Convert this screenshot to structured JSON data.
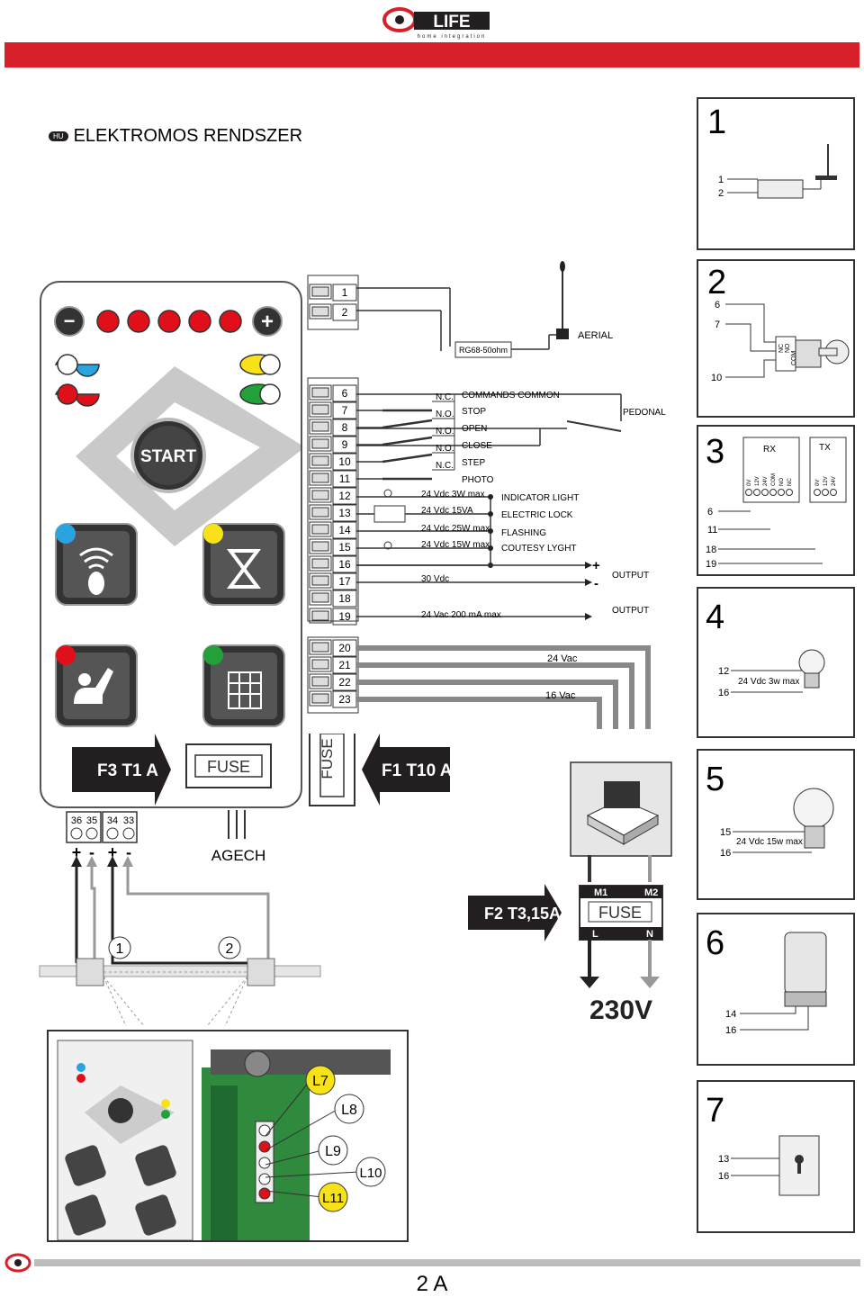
{
  "header": {
    "brand": "LIFE",
    "tagline": "home integration",
    "colors": {
      "red": "#d7202a",
      "dark": "#231f20",
      "grey": "#9a9a9a"
    }
  },
  "title": {
    "lang_badge": "HU",
    "text": "ELEKTROMOS RENDSZER"
  },
  "panel": {
    "start_label": "START",
    "minus": "−",
    "plus": "+",
    "fuse_left": "F3 T1 A",
    "fuse_box": "FUSE",
    "fuse_vertical": "FUSE",
    "fuse_right": "F1 T10 A",
    "agech": "AGECH",
    "pm_labels": [
      "+",
      "-",
      "+",
      "-"
    ],
    "bottom_terms": [
      "36",
      "35",
      "34",
      "33"
    ]
  },
  "terminals": [
    "1",
    "2",
    "6",
    "7",
    "8",
    "9",
    "10",
    "11",
    "12",
    "13",
    "14",
    "15",
    "16",
    "17",
    "18",
    "19",
    "20",
    "21",
    "22",
    "23"
  ],
  "wiring": {
    "resistor": "RG68-50ohm",
    "aerial": "AERIAL",
    "commands_common": "COMMANDS COMMON",
    "pedonal": "PEDONAL",
    "contacts": [
      "N.C.",
      "N.O.",
      "N.O.",
      "N.O.",
      "N.C."
    ],
    "commands": [
      "STOP",
      "OPEN",
      "CLOSE",
      "STEP",
      "PHOTO"
    ],
    "loads_left": [
      "24 Vdc 3W max",
      "24 Vdc 15VA",
      "24 Vdc 25W max",
      "24 Vdc 15W max"
    ],
    "loads_right": [
      "INDICATOR LIGHT",
      "ELECTRIC LOCK",
      "FLASHING",
      "COUTESY LYGHT"
    ],
    "v30": "30  Vdc",
    "plus": "+",
    "minus": "-",
    "output1": "OUTPUT",
    "v24ac": "24  Vac  200  mA  max",
    "output2": "OUTPUT",
    "vac24": "24 Vac",
    "vac16": "16 Vac",
    "f2": "F2 T3,15A",
    "m1": "M1",
    "m2": "M2",
    "fuse": "FUSE",
    "l": "L",
    "n": "N",
    "mains": "230V"
  },
  "photocells": {
    "a": "1",
    "b": "2"
  },
  "leds": {
    "l7": "L7",
    "l8": "L8",
    "l9": "L9",
    "l10": "L10",
    "l11": "L11"
  },
  "right_boxes": {
    "b1": {
      "num": "1",
      "t": [
        "1",
        "2"
      ]
    },
    "b2": {
      "num": "2",
      "t": [
        "6",
        "7",
        "10"
      ],
      "sw": [
        "NC",
        "NO",
        "COM"
      ]
    },
    "b3": {
      "num": "3",
      "rx": "RX",
      "tx": "TX",
      "t": [
        "6",
        "11",
        "18",
        "19"
      ],
      "rx_pins": [
        "0V",
        "12V",
        "24V",
        "COM",
        "NO",
        "NC"
      ],
      "tx_pins": [
        "0V",
        "12V",
        "24V"
      ]
    },
    "b4": {
      "num": "4",
      "t": [
        "12",
        "16"
      ],
      "spec": "24 Vdc 3w max"
    },
    "b5": {
      "num": "5",
      "t": [
        "15",
        "16"
      ],
      "spec": "24 Vdc 15w max"
    },
    "b6": {
      "num": "6",
      "t": [
        "14",
        "16"
      ]
    },
    "b7": {
      "num": "7",
      "t": [
        "13",
        "16"
      ]
    }
  },
  "footer": {
    "page": "2 A"
  }
}
